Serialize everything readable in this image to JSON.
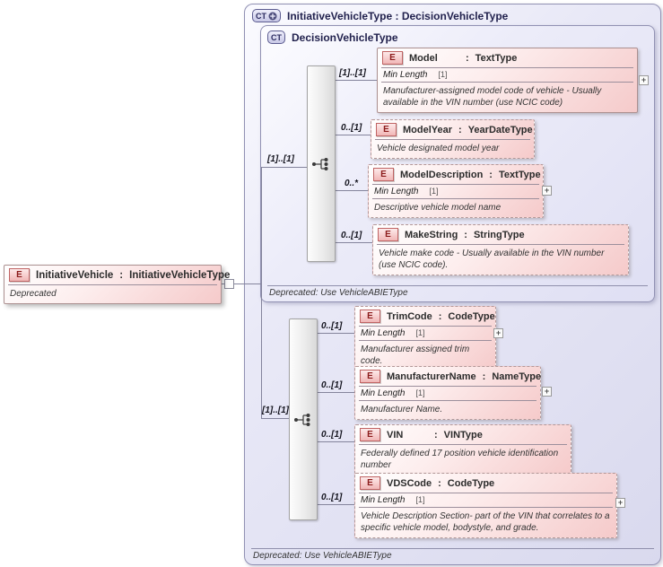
{
  "labels": {
    "colon": ":"
  },
  "root_element": {
    "icon": "E",
    "name": "InitiativeVehicle",
    "type": "InitiativeVehicleType",
    "note": "Deprecated"
  },
  "outer_type": {
    "icon": "CT",
    "title": "InitiativeVehicleType : DecisionVehicleType",
    "footer": "Deprecated: Use VehicleABIEType"
  },
  "inner_type": {
    "icon": "CT",
    "title": "DecisionVehicleType",
    "footer": "Deprecated: Use VehicleABIEType"
  },
  "groups": [
    {
      "compositor": "sequence",
      "cardinality": "[1]..[1]",
      "children": [
        {
          "icon": "E",
          "name": "Model",
          "type": "TextType",
          "cardinality": "[1]..[1]",
          "facet_label": "Min Length",
          "facet_value": "[1]",
          "description": "Manufacturer-assigned model code of vehicle - Usually available in the VIN number (use NCIC code)",
          "expand_label": "+"
        },
        {
          "icon": "E",
          "name": "ModelYear",
          "type": "YearDateType",
          "cardinality": "0..[1]",
          "description": "Vehicle designated model year"
        },
        {
          "icon": "E",
          "name": "ModelDescription",
          "type": "TextType",
          "cardinality": "0..*",
          "facet_label": "Min Length",
          "facet_value": "[1]",
          "description": "Descriptive vehicle model name",
          "expand_label": "+"
        },
        {
          "icon": "E",
          "name": "MakeString",
          "type": "StringType",
          "cardinality": "0..[1]",
          "description": "Vehicle make code - Usually available in the VIN number (use NCIC code)."
        }
      ]
    },
    {
      "compositor": "sequence",
      "cardinality": "[1]..[1]",
      "children": [
        {
          "icon": "E",
          "name": "TrimCode",
          "type": "CodeType",
          "cardinality": "0..[1]",
          "facet_label": "Min Length",
          "facet_value": "[1]",
          "description": "Manufacturer assigned trim code.",
          "expand_label": "+"
        },
        {
          "icon": "E",
          "name": "ManufacturerName",
          "type": "NameType",
          "cardinality": "0..[1]",
          "facet_label": "Min Length",
          "facet_value": "[1]",
          "description": "Manufacturer Name.",
          "expand_label": "+"
        },
        {
          "icon": "E",
          "name": "VIN",
          "type": "VINType",
          "cardinality": "0..[1]",
          "description": "Federally defined 17 position vehicle identification number"
        },
        {
          "icon": "E",
          "name": "VDSCode",
          "type": "CodeType",
          "cardinality": "0..[1]",
          "facet_label": "Min Length",
          "facet_value": "[1]",
          "description": "Vehicle Description Section- part of the VIN that correlates to a specific vehicle model, bodystyle, and grade.",
          "expand_label": "+"
        }
      ]
    }
  ],
  "colors": {
    "element_fill_accent": "#f5caca",
    "container_fill_accent": "#d9d9ee",
    "element_border": "#ab9090",
    "container_border": "#9191b3",
    "element_icon_text": "#8b1a1a",
    "type_icon_text": "#2a2a5e",
    "connector": "#84849c"
  }
}
